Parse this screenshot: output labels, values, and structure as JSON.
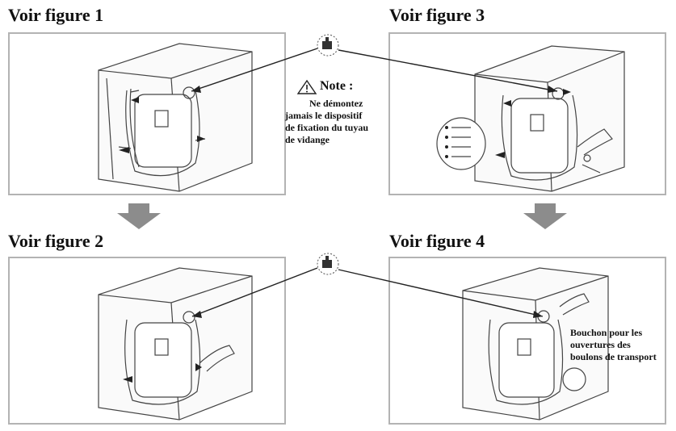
{
  "titles": {
    "fig1": "Voir figure 1",
    "fig2": "Voir figure 2",
    "fig3": "Voir figure 3",
    "fig4": "Voir figure 4"
  },
  "note": {
    "heading": "Note :",
    "lines": [
      "Ne démontez",
      "jamais le dispositif",
      "de fixation du tuyau",
      "de vidange"
    ]
  },
  "bouchon": {
    "lines": [
      "Bouchon pour les",
      "ouvertures des",
      "boulons de transport"
    ]
  },
  "icons": [
    "warning-icon",
    "hose-clamp-icon",
    "flow-arrow-icon",
    "pointer-arrow-icon"
  ],
  "colors": {
    "border": "#b3b3b3",
    "arrow": "#8c8c8c",
    "line": "#222222"
  }
}
